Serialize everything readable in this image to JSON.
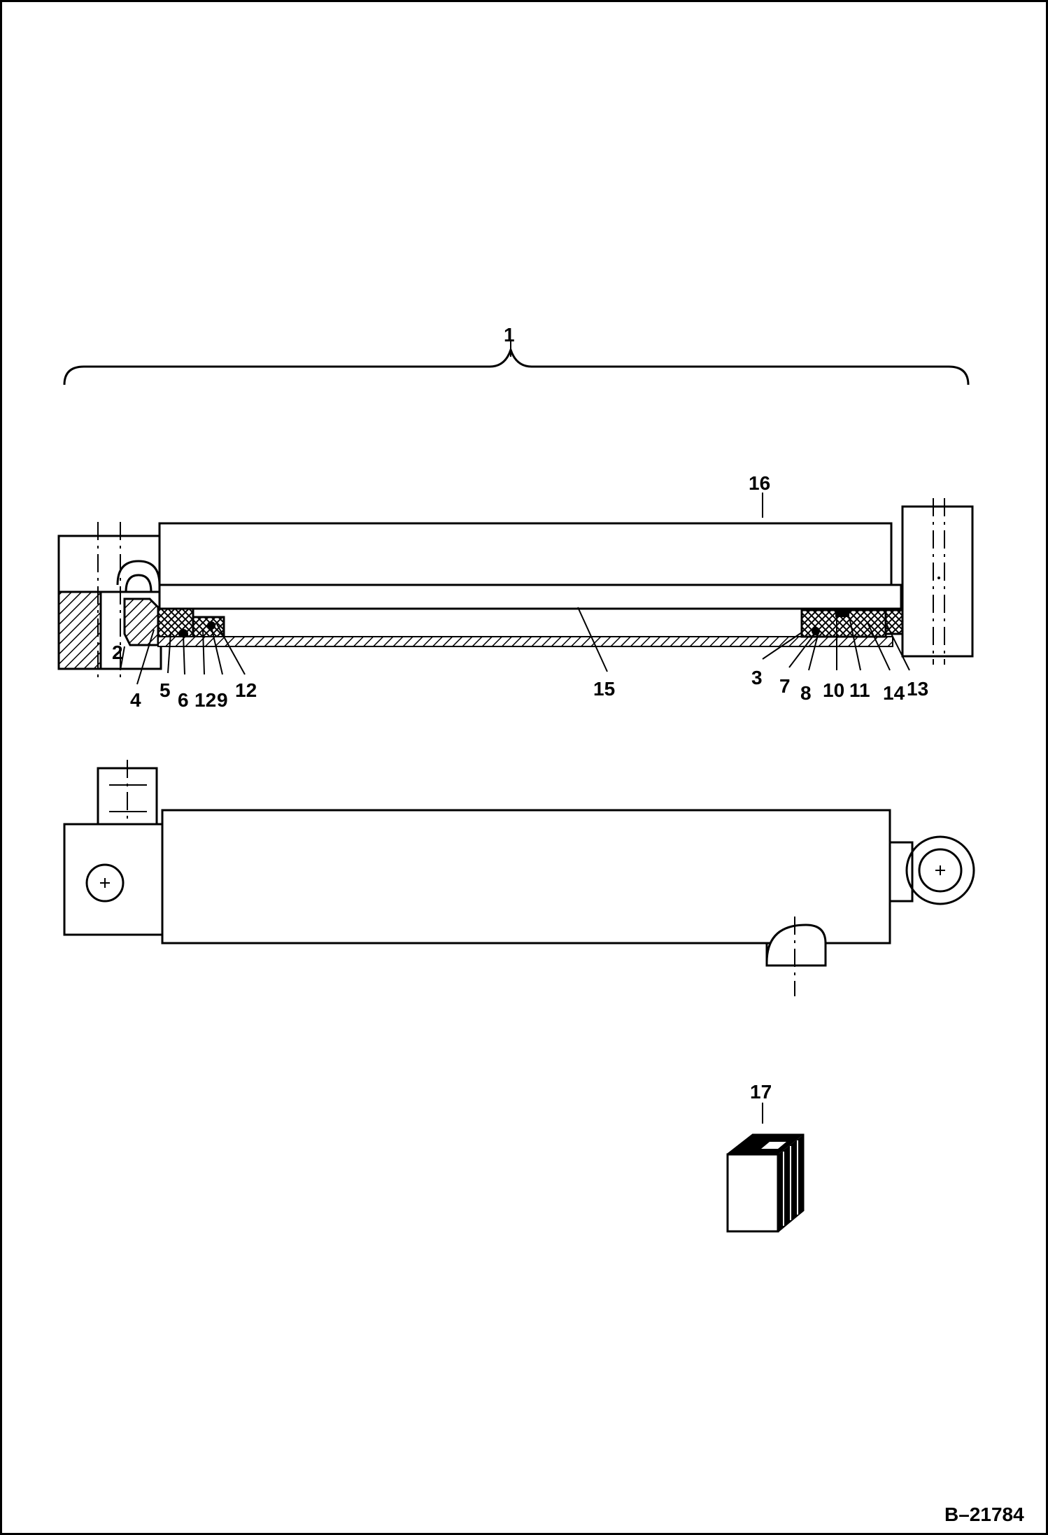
{
  "figure_id": "B–21784",
  "callouts": {
    "c1": "1",
    "c2": "2",
    "c3": "3",
    "c4": "4",
    "c5": "5",
    "c6": "6",
    "c7": "7",
    "c8": "8",
    "c9": "9",
    "c10": "10",
    "c11": "11",
    "c12a": "12",
    "c12b": "12",
    "c13": "13",
    "c14": "14",
    "c15": "15",
    "c16": "16",
    "c17": "17"
  }
}
